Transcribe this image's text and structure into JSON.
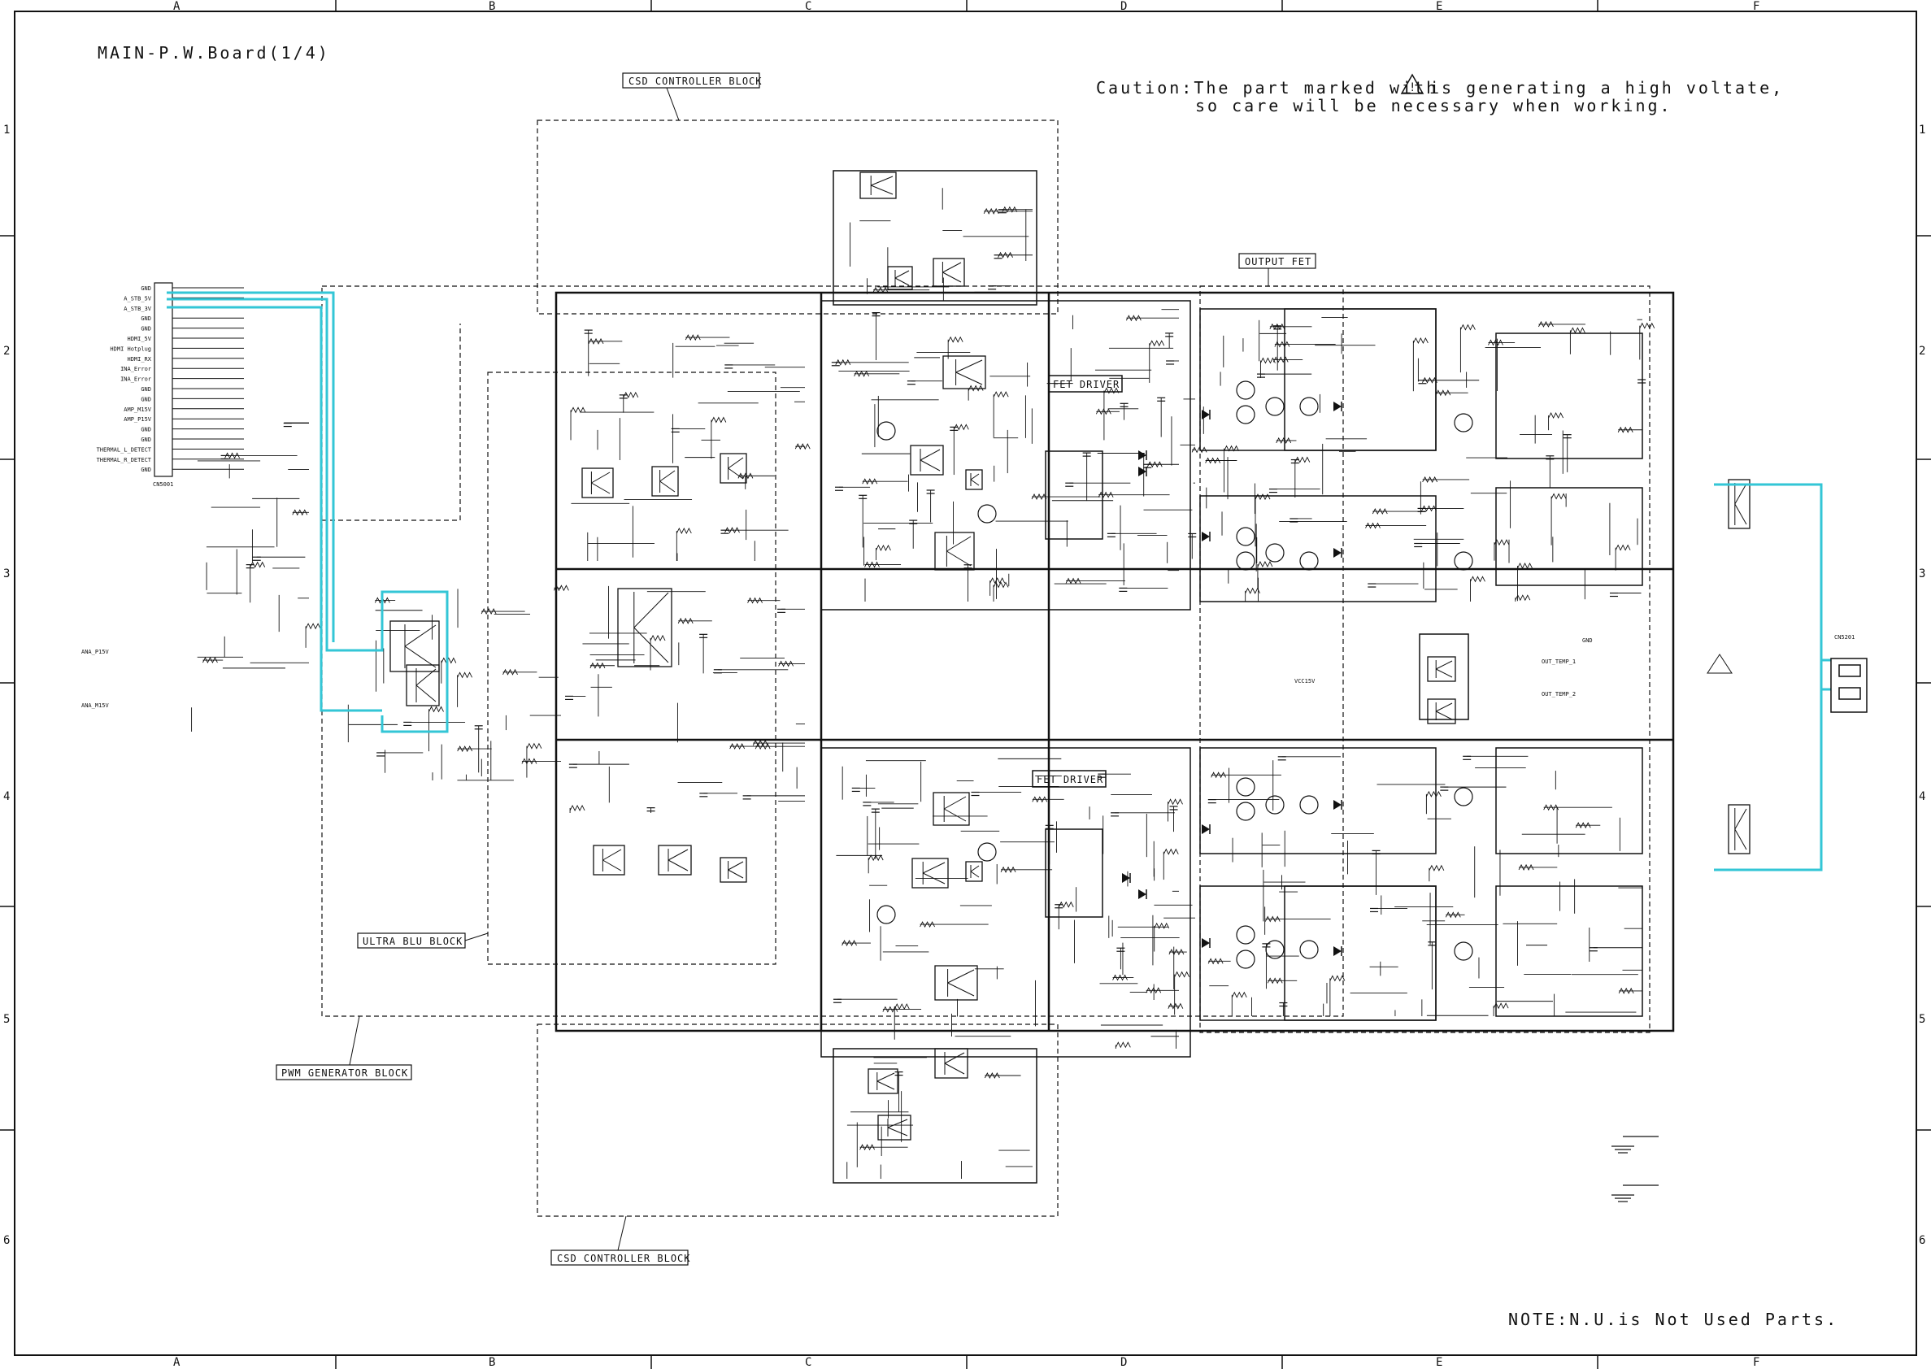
{
  "title": "MAIN-P.W.Board(1/4)",
  "caution": {
    "line1_before": "Caution:The part marked with",
    "line1_symbol": "!",
    "line1_after": "is generating a high voltate,",
    "line2": "so care will be necessary when working."
  },
  "note": "NOTE:N.U.is Not Used Parts.",
  "grid": {
    "columns": [
      "A",
      "B",
      "C",
      "D",
      "E",
      "F"
    ],
    "rows": [
      "1",
      "2",
      "3",
      "4",
      "5",
      "6"
    ]
  },
  "blocks": {
    "csd_top": "CSD CONTROLLER BLOCK",
    "csd_bottom": "CSD CONTROLLER BLOCK",
    "output_fet": "OUTPUT FET",
    "fet_driver_top": "FET DRIVER",
    "fet_driver_bottom": "FET DRIVER",
    "ultra_blu": "ULTRA BLU BLOCK",
    "pwm_generator": "PWM GENERATOR BLOCK"
  },
  "connector_left": {
    "name": "CN5001",
    "pins": [
      "GND",
      "A_STB_5V",
      "A_STB_3V",
      "GND",
      "GND",
      "HDMI_5V",
      "HDMI Hotplug",
      "HDMI_RX",
      "INA_Error",
      "INA_Error",
      "GND",
      "GND",
      "AMP_M15V",
      "AMP_P15V",
      "GND",
      "GND",
      "THERMAL_L_DETECT",
      "THERMAL_R_DETECT",
      "GND"
    ]
  },
  "connector_right": {
    "name": "CN5201"
  },
  "inputs": {
    "ana_plus": "ANA_P15V",
    "ana_minus": "ANA_M15V",
    "gnd": "GND",
    "out_temp_1": "OUT_TEMP_1",
    "out_temp_2": "OUT_TEMP_2",
    "vcc15v": "VCC15V"
  },
  "colors": {
    "ink": "#111111",
    "highlight": "#33c6d6"
  }
}
